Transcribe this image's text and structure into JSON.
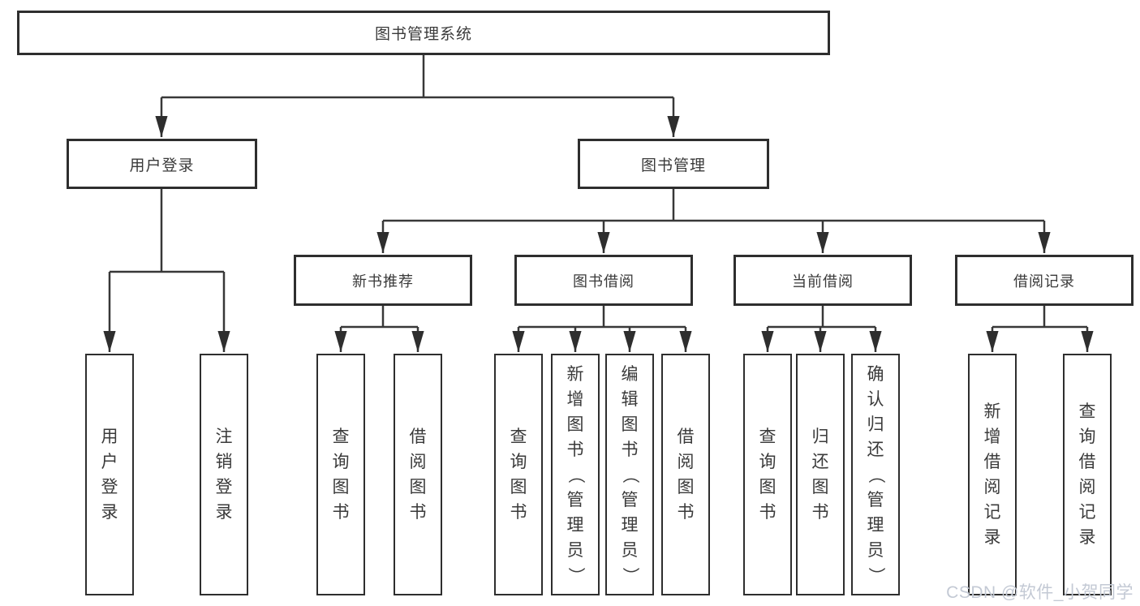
{
  "diagram": {
    "root": {
      "label": "图书管理系统"
    },
    "level2": {
      "login": {
        "label": "用户登录"
      },
      "management": {
        "label": "图书管理"
      }
    },
    "level3": {
      "recommend": {
        "label": "新书推荐"
      },
      "borrow": {
        "label": "图书借阅"
      },
      "current": {
        "label": "当前借阅"
      },
      "records": {
        "label": "借阅记录"
      }
    },
    "leaves": {
      "login": [
        "用户登录",
        "注销登录"
      ],
      "recommend": [
        "查询图书",
        "借阅图书"
      ],
      "borrow": [
        "查询图书",
        "新增图书（管理员）",
        "编辑图书（管理员）",
        "借阅图书"
      ],
      "current": [
        "查询图书",
        "归还图书",
        "确认归还（管理员）"
      ],
      "records": [
        "新增借阅记录",
        "查询借阅记录"
      ]
    },
    "colors": {
      "line": "#383838",
      "border": "#2e2e2e",
      "text": "#3a3a3a",
      "background": "#ffffff",
      "watermark": "#c3c9d4"
    }
  },
  "watermark": {
    "text": "CSDN @软件_小贺同学"
  }
}
